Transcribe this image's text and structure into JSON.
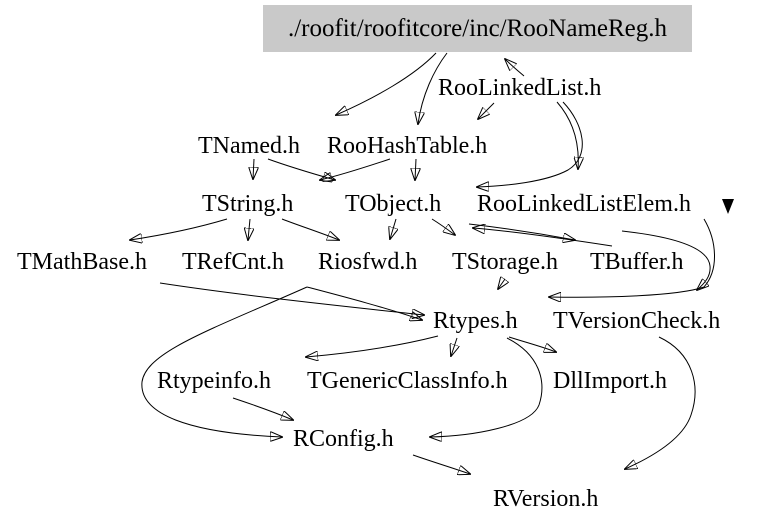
{
  "diagram": {
    "type": "include-dependency-graph",
    "root": {
      "label": "./roofit/roofitcore/inc/RooNameReg.h",
      "fill_color": "#c9c9c9"
    },
    "nodes": {
      "rooLinkedList": "RooLinkedList.h",
      "tnamed": "TNamed.h",
      "rooHashTable": "RooHashTable.h",
      "tstring": "TString.h",
      "tobject": "TObject.h",
      "rooLinkedListElem": "RooLinkedListElem.h",
      "tmathbase": "TMathBase.h",
      "trefcnt": "TRefCnt.h",
      "riosfwd": "Riosfwd.h",
      "tstorage": "TStorage.h",
      "tbuffer": "TBuffer.h",
      "rtypes": "Rtypes.h",
      "tversioncheck": "TVersionCheck.h",
      "rtypeinfo": "Rtypeinfo.h",
      "tgenericclassinfo": "TGenericClassInfo.h",
      "dllimport": "DllImport.h",
      "rconfig": "RConfig.h",
      "rversion": "RVersion.h"
    },
    "edges": [
      {
        "from": "RooNameReg.h",
        "to": "TNamed.h"
      },
      {
        "from": "RooNameReg.h",
        "to": "RooHashTable.h"
      },
      {
        "from": "RooLinkedList.h",
        "to": "RooNameReg.h"
      },
      {
        "from": "RooLinkedList.h",
        "to": "RooHashTable.h"
      },
      {
        "from": "RooLinkedList.h",
        "to": "RooLinkedListElem.h"
      },
      {
        "from": "RooLinkedList.h",
        "to": "TObject.h"
      },
      {
        "from": "TNamed.h",
        "to": "TString.h"
      },
      {
        "from": "TNamed.h",
        "to": "TObject.h"
      },
      {
        "from": "RooHashTable.h",
        "to": "TString.h"
      },
      {
        "from": "RooHashTable.h",
        "to": "TObject.h"
      },
      {
        "from": "TString.h",
        "to": "TMathBase.h"
      },
      {
        "from": "TString.h",
        "to": "TRefCnt.h"
      },
      {
        "from": "TString.h",
        "to": "Riosfwd.h"
      },
      {
        "from": "TObject.h",
        "to": "Riosfwd.h"
      },
      {
        "from": "TObject.h",
        "to": "TStorage.h"
      },
      {
        "from": "TBuffer.h",
        "to": "TObject.h"
      },
      {
        "from": "TObject.h",
        "to": "TBuffer.h"
      },
      {
        "from": "TStorage.h",
        "to": "Rtypes.h"
      },
      {
        "from": "RooLinkedListElem.h",
        "to": "Rtypes.h"
      },
      {
        "from": "TObject.h",
        "to": "TVersionCheck.h"
      },
      {
        "from": "TMathBase.h",
        "to": "Rtypes.h"
      },
      {
        "from": "Riosfwd.h",
        "to": "Rtypes.h"
      },
      {
        "from": "Riosfwd.h",
        "to": "RConfig.h"
      },
      {
        "from": "Rtypes.h",
        "to": "Rtypeinfo.h"
      },
      {
        "from": "Rtypes.h",
        "to": "TGenericClassInfo.h"
      },
      {
        "from": "Rtypes.h",
        "to": "DllImport.h"
      },
      {
        "from": "Rtypeinfo.h",
        "to": "RConfig.h"
      },
      {
        "from": "Rtypes.h",
        "to": "RConfig.h"
      },
      {
        "from": "TVersionCheck.h",
        "to": "RVersion.h"
      },
      {
        "from": "RConfig.h",
        "to": "RVersion.h"
      }
    ],
    "colors": {
      "edge": "#000000",
      "text": "#000000",
      "background": "#ffffff"
    }
  }
}
